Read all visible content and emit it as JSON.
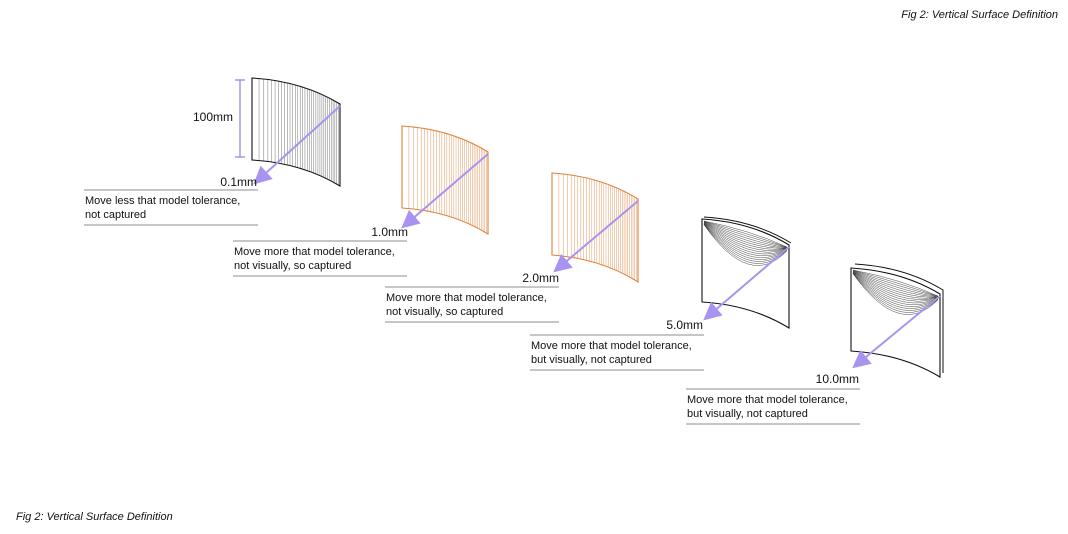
{
  "figure_title": "Fig 2: Vertical Surface Definition",
  "height_label": "100mm",
  "colors": {
    "arrow": "#a893f0",
    "gray_surface": "#555555",
    "orange_surface": "#e0813a",
    "outline_dark": "#111111",
    "divider": "#666666"
  },
  "panels": [
    {
      "offset": "0.1mm",
      "caption": [
        "Move less that model tolerance,",
        "not captured"
      ],
      "style": "gray"
    },
    {
      "offset": "1.0mm",
      "caption": [
        "Move more that model tolerance,",
        "not visually, so captured"
      ],
      "style": "orange"
    },
    {
      "offset": "2.0mm",
      "caption": [
        "Move more that model tolerance,",
        "not visually, so captured"
      ],
      "style": "orange"
    },
    {
      "offset": "5.0mm",
      "caption": [
        "Move more that model tolerance,",
        "but visually, not captured"
      ],
      "style": "dark"
    },
    {
      "offset": "10.0mm",
      "caption": [
        "Move more that model tolerance,",
        "but visually, not captured"
      ],
      "style": "dark"
    }
  ]
}
